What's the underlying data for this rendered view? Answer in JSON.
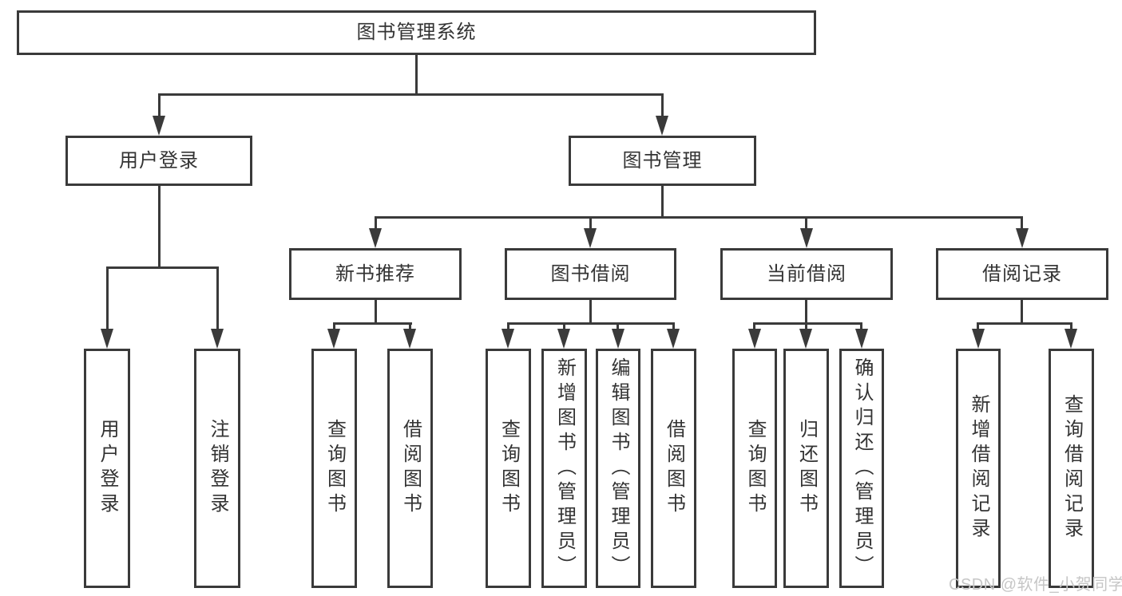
{
  "tree": {
    "root": {
      "label": "图书管理系统",
      "children": [
        {
          "label": "用户登录",
          "children": [
            {
              "label": "用户登录"
            },
            {
              "label": "注销登录"
            }
          ]
        },
        {
          "label": "图书管理",
          "children": [
            {
              "label": "新书推荐",
              "children": [
                {
                  "label": "查询图书"
                },
                {
                  "label": "借阅图书"
                }
              ]
            },
            {
              "label": "图书借阅",
              "children": [
                {
                  "label": "查询图书"
                },
                {
                  "label": "新增图书（管理员）"
                },
                {
                  "label": "编辑图书（管理员）"
                },
                {
                  "label": "借阅图书"
                }
              ]
            },
            {
              "label": "当前借阅",
              "children": [
                {
                  "label": "查询图书"
                },
                {
                  "label": "归还图书"
                },
                {
                  "label": "确认归还（管理员）"
                }
              ]
            },
            {
              "label": "借阅记录",
              "children": [
                {
                  "label": "新增借阅记录"
                },
                {
                  "label": "查询借阅记录"
                }
              ]
            }
          ]
        }
      ]
    }
  },
  "watermark": {
    "text": "CSDN @软件_小贺同学"
  },
  "colors": {
    "line": "#3a3a3a",
    "text": "#333333",
    "watermark": "#c6c6c6",
    "background": "#ffffff"
  }
}
